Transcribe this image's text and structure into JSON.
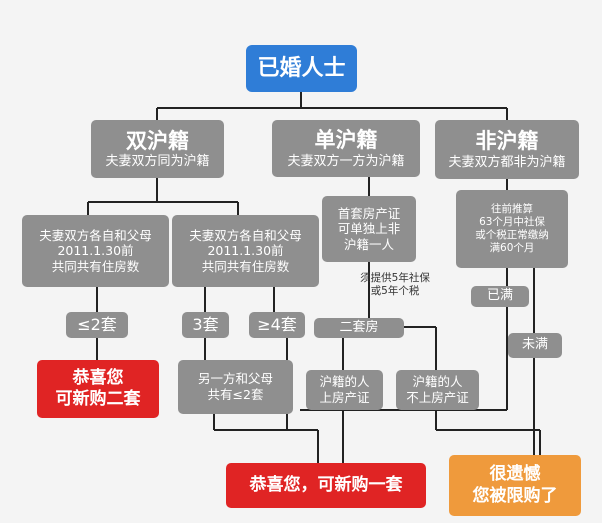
{
  "root": "已婚人士",
  "categories": {
    "double": {
      "title": "双沪籍",
      "subtitle": "夫妻双方同为沪籍"
    },
    "single": {
      "title": "单沪籍",
      "subtitle": "夫妻双方一方为沪籍"
    },
    "none": {
      "title": "非沪籍",
      "subtitle": "夫妻双方都非为沪籍"
    }
  },
  "double_branch": {
    "cond_a": [
      "夫妻双方各自和父母",
      "2011.1.30前",
      "共同共有住房数"
    ],
    "cond_b": [
      "夫妻双方各自和父母",
      "2011.1.30前",
      "共同共有住房数"
    ],
    "le2": "≤2套",
    "three": "3套",
    "ge4": "≥4套",
    "other_parent": [
      "另一方和父母",
      "共有≤2套"
    ],
    "result_two": [
      "恭喜您",
      "可新购二套"
    ]
  },
  "single_branch": {
    "first_home": [
      "首套房产证",
      "可单独上非",
      "沪籍一人"
    ],
    "note": [
      "须提供5年社保",
      "或5年个税"
    ],
    "second_home": "二套房",
    "on_cert": [
      "沪籍的人",
      "上房产证"
    ],
    "not_on_cert": [
      "沪籍的人",
      "不上房产证"
    ]
  },
  "none_branch": {
    "cond": [
      "往前推算",
      "63个月中社保",
      "或个税正常缴纳",
      "满60个月"
    ],
    "full": "已满",
    "not_full": "未满"
  },
  "result_one": "恭喜您，可新购一套",
  "result_restricted": [
    "很遗憾",
    "您被限购了"
  ],
  "colors": {
    "root": "#2f7dd7",
    "node": "#8f8f8f",
    "success": "#e02424",
    "restricted": "#ef9a3c",
    "line": "#222222"
  }
}
